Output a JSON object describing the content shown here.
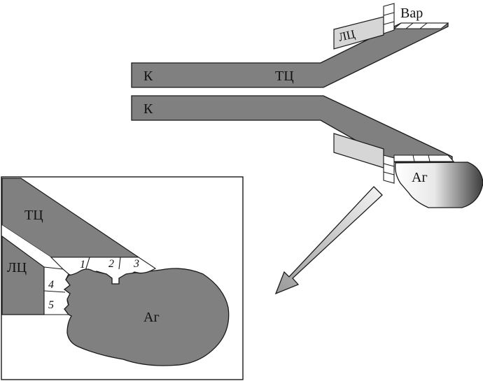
{
  "upper": {
    "label_k1": "К",
    "label_tc1": "ТЦ",
    "label_k2": "К",
    "label_lc": "ЛЦ",
    "label_var": "Вар",
    "label_ag": "Аг"
  },
  "inset": {
    "label_tc": "ТЦ",
    "label_lc": "ЛЦ",
    "label_ag": "Аг",
    "num_1": "1",
    "num_2": "2",
    "num_3": "3",
    "num_4": "4",
    "num_5": "5"
  },
  "colors": {
    "dark_gray": "#808080",
    "light_gray": "#d6d6d6",
    "outline": "#1a1a1a",
    "background": "#ffffff"
  }
}
